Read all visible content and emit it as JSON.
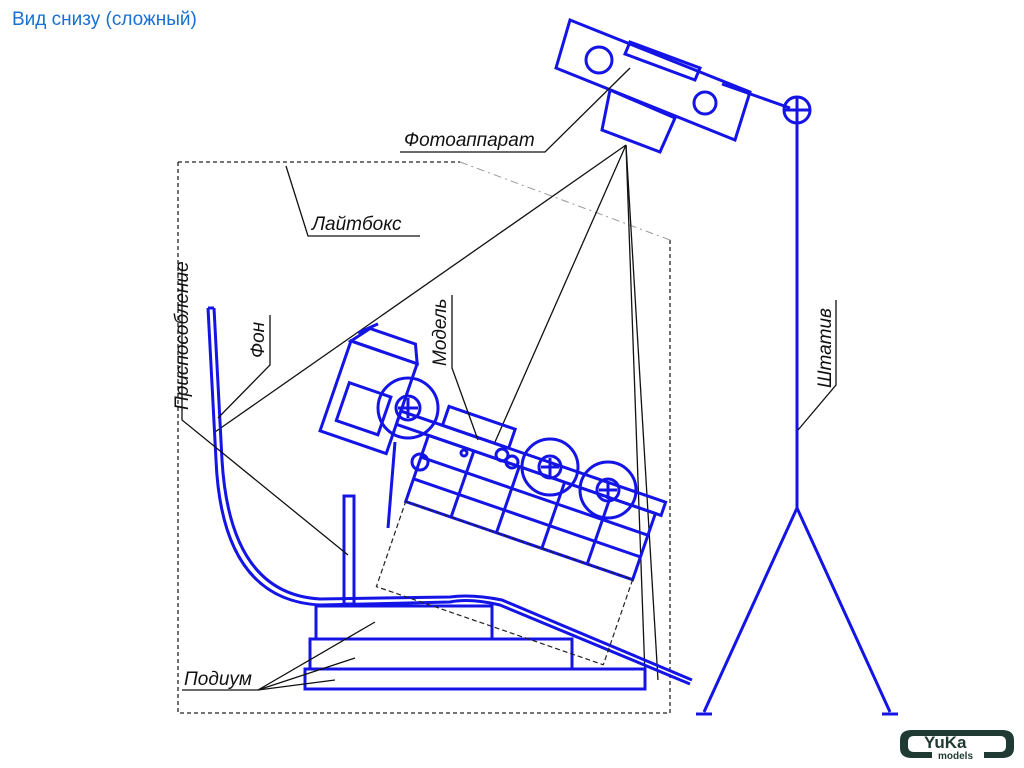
{
  "page": {
    "title": "Вид снизу (сложный)"
  },
  "labels": {
    "camera": "Фотоаппарат",
    "lightbox": "Лайтбокс",
    "fixture": "Приспособление",
    "background": "Фон",
    "model": "Модель",
    "tripod": "Штатив",
    "podium": "Подиум"
  },
  "logo": {
    "line1": "YuKa",
    "line2": "models"
  },
  "colors": {
    "accent": "#1414e6",
    "title": "#1a6fd0",
    "ink": "#111111",
    "logo": "#1f3a33"
  }
}
